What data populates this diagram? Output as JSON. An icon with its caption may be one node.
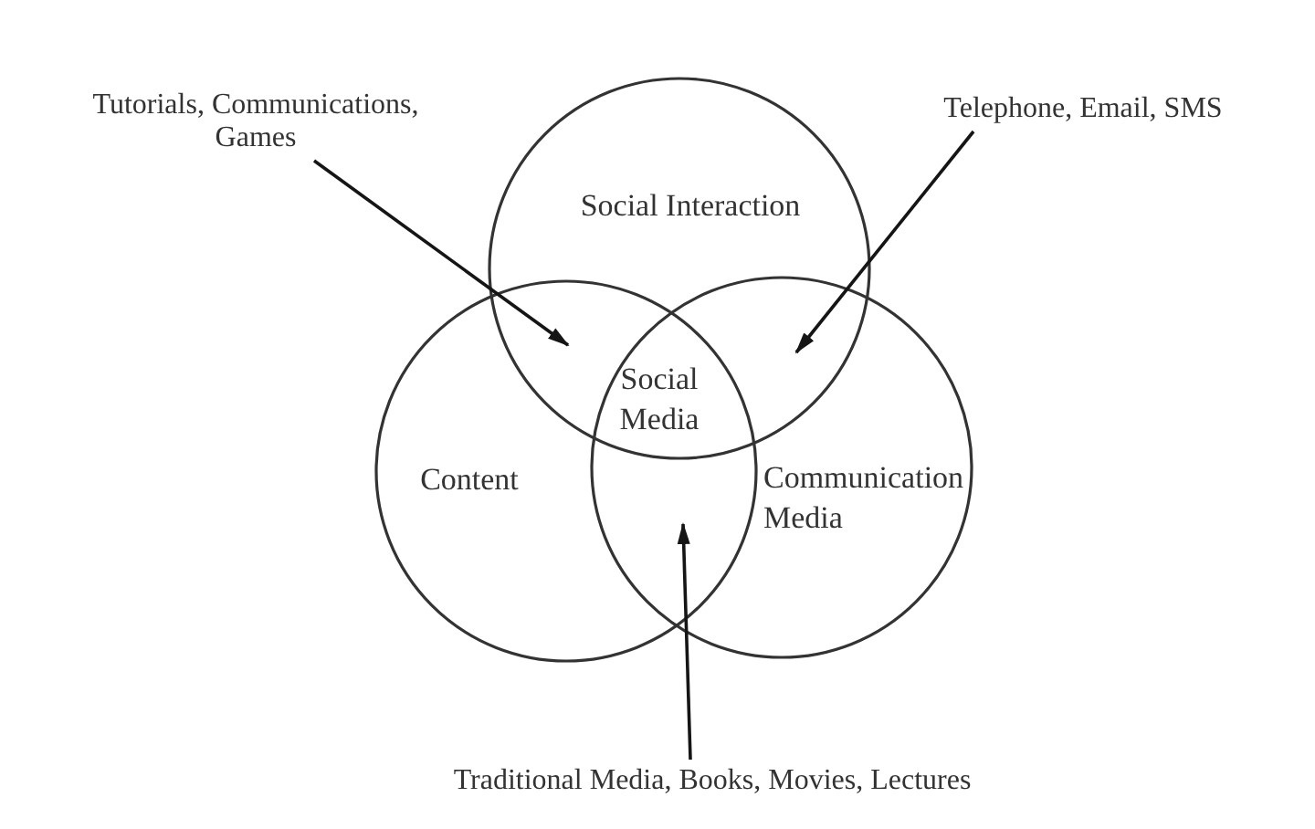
{
  "diagram": {
    "nodes": [
      {
        "text": [
          "Tutorials, Communications, Games"
        ]
      },
      {
        "text": [
          "Telephone, Email, SMS"
        ]
      },
      {
        "text": [
          "Social Interaction"
        ]
      },
      {
        "text": [
          "Content"
        ]
      },
      {
        "text": [
          "Communication Media"
        ]
      },
      {
        "text": [
          "Traditional Media, Books, Movies, Lectures"
        ]
      }
    ],
    "edges": [
      {
        "from": 0,
        "to": 2,
        "arrow": "to"
      },
      {
        "from": 1,
        "to": 2,
        "arrow": "to"
      },
      {
        "from": 5,
        "to": 3,
        "arrow": "to"
      }
    ],
    "labels": [
      "Social Media"
    ]
  }
}
